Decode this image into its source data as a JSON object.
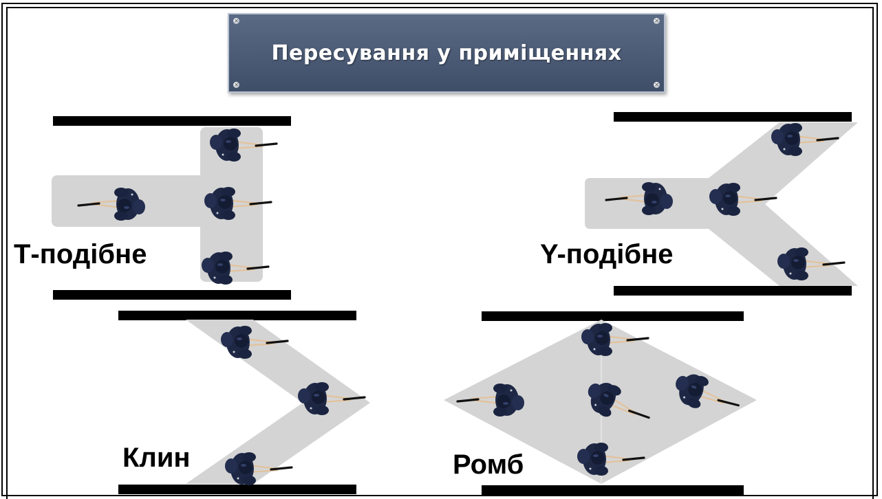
{
  "title": "Пересування у приміщеннях",
  "formations": {
    "t": {
      "label": "Т-подібне"
    },
    "y": {
      "label": "Y-подібне"
    },
    "wedge": {
      "label": "Клин"
    },
    "rhombus": {
      "label": "Ромб"
    }
  },
  "icons": {
    "person": "officer-top-view-icon",
    "weapon": "rifle-icon",
    "rivet": "rivet-icon"
  },
  "colors": {
    "plate": "#4a5a75",
    "zone": "#d4d4d4",
    "uniform": "#1f2a48",
    "wall": "#000000"
  }
}
